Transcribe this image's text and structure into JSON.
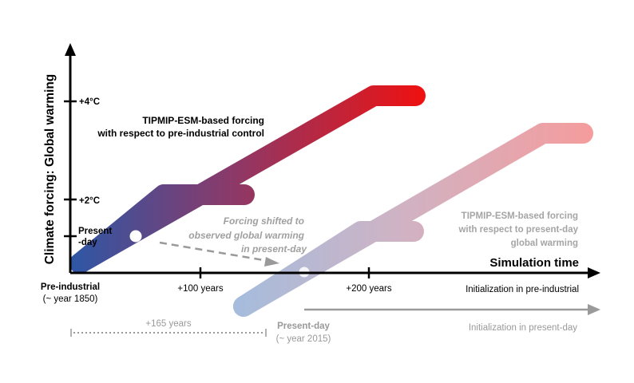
{
  "axes": {
    "y_label": "Climate forcing: Global warming",
    "x_label": "Simulation time",
    "y_ticks": [
      "+4°C",
      "+2°C",
      "Present",
      "-day"
    ],
    "x_ticks": [
      "+100 years",
      "+200 years"
    ],
    "origin_label": "Pre-industrial",
    "origin_sublabel": "(~ year 1850)"
  },
  "annotations": {
    "pi_forcing_line1": "TIPMIP-ESM-based forcing",
    "pi_forcing_line2": "with respect to pre-industrial control",
    "shift_line1": "Forcing shifted to",
    "shift_line2": "observed global warming",
    "shift_line3": "in present-day",
    "pd_forcing_line1": "TIPMIP-ESM-based forcing",
    "pd_forcing_line2": "with respect to present-day",
    "pd_forcing_line3": "global warming",
    "init_pi": "Initialization in pre-industrial",
    "init_pd": "Initialization in present-day",
    "offset_label": "+165 years",
    "present_day_label": "Present-day",
    "present_day_sublabel": "(~ year 2015)"
  },
  "colors": {
    "axis": "#000000",
    "pi_start": "#2d57a6",
    "pi_end": "#ee1111",
    "pd_start": "#a6bcdc",
    "pd_end": "#f5a0a0",
    "grey_text": "#999999",
    "grey_arrow": "#9a9a9a"
  }
}
